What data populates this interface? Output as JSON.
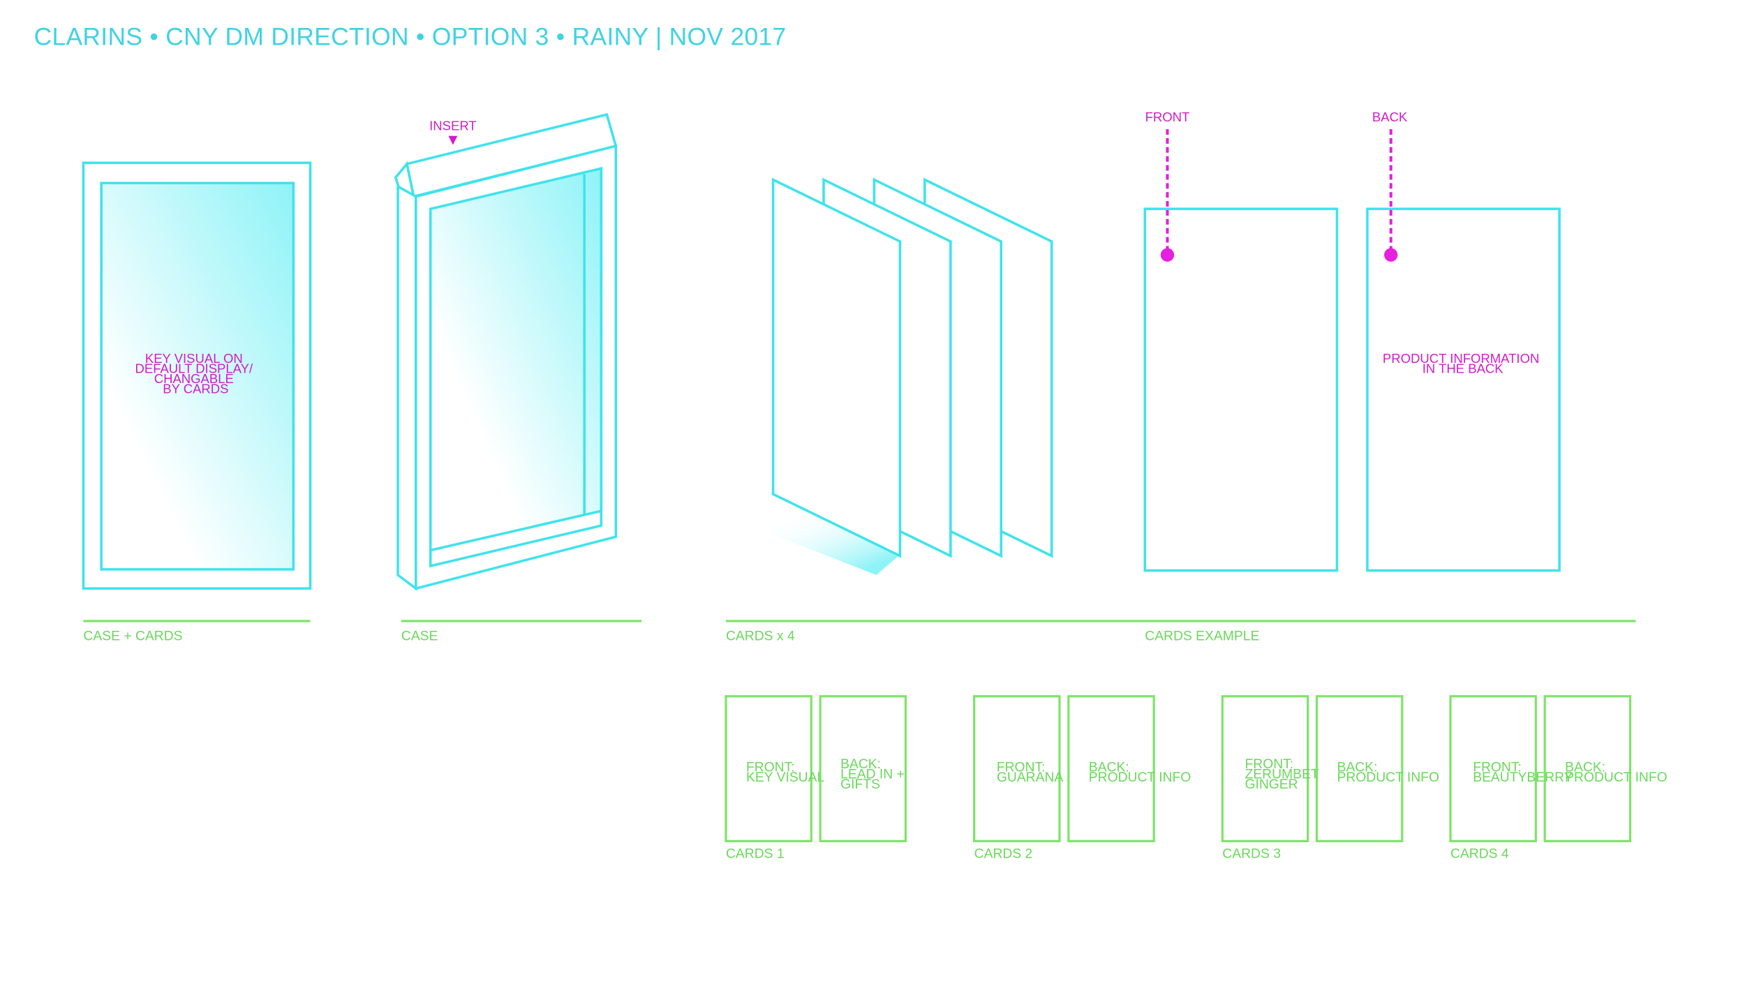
{
  "title": "CLARINS • CNY DM DIRECTION • OPTION 3 • RAINY | NOV 2017",
  "colors": {
    "cyan": "#3fe3ec",
    "magenta": "#e020d8",
    "green": "#7fe36a",
    "title": "#3fd3e3"
  },
  "case_cards": {
    "center_text": [
      "KEY VISUAL ON",
      "DEFAULT DISPLAY/",
      "CHANGABLE",
      "BY CARDS"
    ],
    "label": "CASE + CARDS"
  },
  "case": {
    "insert_label": "INSERT",
    "label": "CASE"
  },
  "cards_x4": {
    "label": "CARDS x 4"
  },
  "cards_example": {
    "front_label": "FRONT",
    "back_label": "BACK",
    "back_text": [
      "PRODUCT INFORMATION",
      "IN THE BACK"
    ],
    "label": "CARDS EXAMPLE"
  },
  "card_sets": [
    {
      "label": "CARDS 1",
      "front": [
        "FRONT:",
        "KEY VISUAL"
      ],
      "back": [
        "BACK:",
        "LEAD IN +",
        "GIFTS"
      ]
    },
    {
      "label": "CARDS 2",
      "front": [
        "FRONT:",
        "GUARANA"
      ],
      "back": [
        "BACK:",
        "PRODUCT INFO"
      ]
    },
    {
      "label": "CARDS 3",
      "front": [
        "FRONT:",
        "ZERUMBET",
        "GINGER"
      ],
      "back": [
        "BACK:",
        "PRODUCT INFO"
      ]
    },
    {
      "label": "CARDS 4",
      "front": [
        "FRONT:",
        "BEAUTYBERRY"
      ],
      "back": [
        "BACK:",
        "PRODUCT INFO"
      ]
    }
  ]
}
